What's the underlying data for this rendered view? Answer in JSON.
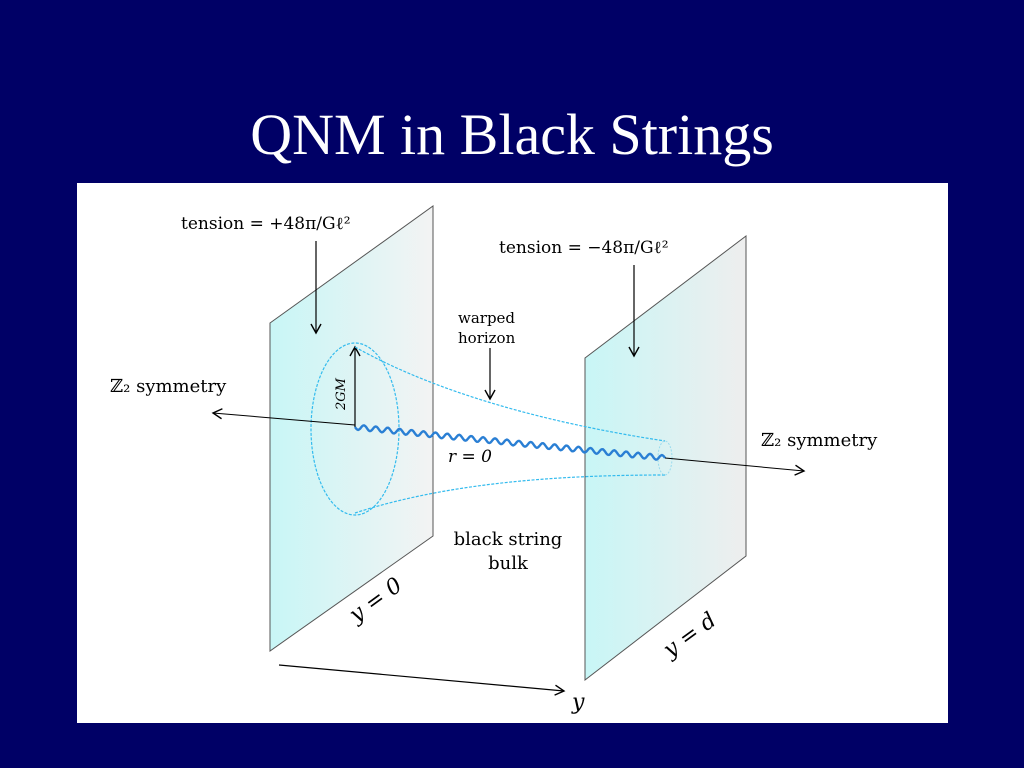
{
  "slide": {
    "title": "QNM in Black Strings"
  },
  "diagram": {
    "tension_left": "tension = +48π/Gℓ²",
    "tension_right": "tension = −48π/Gℓ²",
    "warped_horizon_line1": "warped",
    "warped_horizon_line2": "horizon",
    "z2_left": "ℤ₂ symmetry",
    "z2_right": "ℤ₂ symmetry",
    "radius_label": "2GM",
    "r_label": "r = 0",
    "bulk_line1": "black string",
    "bulk_line2": "bulk",
    "brane_left_label": "y = 0",
    "brane_right_label": "y = d",
    "axis_label": "y"
  },
  "colors": {
    "background": "#000066",
    "title_text": "#ffffff",
    "figure_bg": "#ffffff",
    "brane_fill": "#e6fafa",
    "horizon_line": "#33bbee",
    "singularity": "#2a7fd4"
  }
}
